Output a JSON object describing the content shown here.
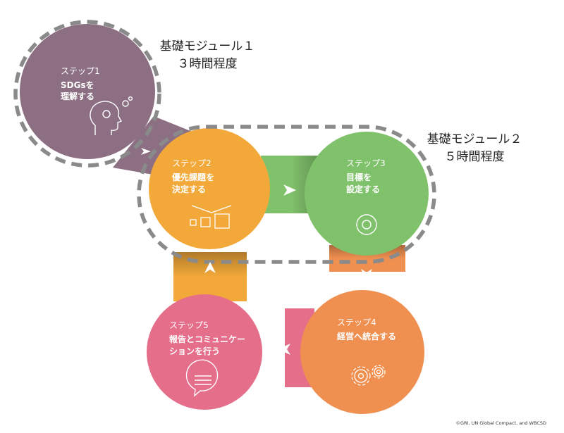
{
  "colors": {
    "step1": "#8c6f82",
    "step2": "#f3a93a",
    "step3": "#80c16b",
    "step4": "#ef8f50",
    "step5": "#e56e8b",
    "dash": "#8a8a8a"
  },
  "module1": {
    "line1": "基礎モジュール１",
    "line2": "３時間程度"
  },
  "module2": {
    "line1": "基礎モジュール２",
    "line2": "５時間程度"
  },
  "steps": [
    {
      "label": "ステップ1",
      "title1": "SDGsを",
      "title2": "理解する",
      "icon": "head-thinking-icon"
    },
    {
      "label": "ステップ2",
      "title1": "優先課題を",
      "title2": "決定する",
      "icon": "funnel-squares-icon"
    },
    {
      "label": "ステップ3",
      "title1": "目標を",
      "title2": "設定する",
      "icon": "target-icon"
    },
    {
      "label": "ステップ4",
      "title1": "経営へ統合する",
      "title2": "",
      "icon": "gears-icon"
    },
    {
      "label": "ステップ5",
      "title1": "報告とコミュニケー",
      "title2": "ションを行う",
      "icon": "speech-bubble-icon"
    }
  ],
  "copyright": "©GRI, UN Global Compact, and WBCSD"
}
